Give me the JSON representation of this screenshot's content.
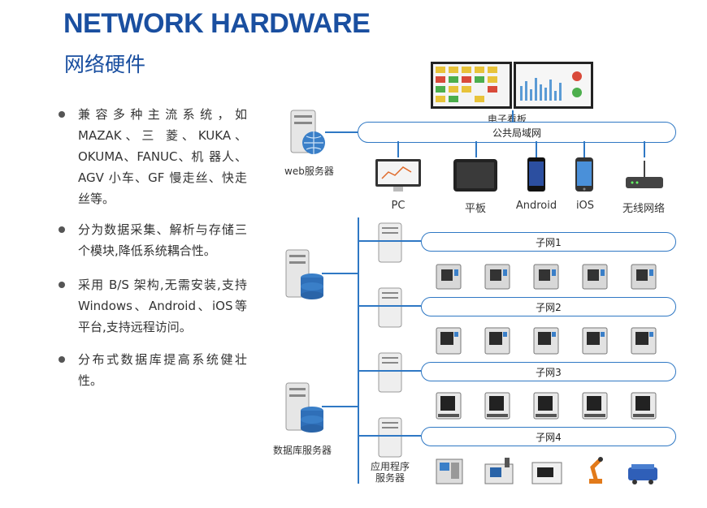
{
  "heading": {
    "title_en": "NETWORK HARDWARE",
    "title_cn": "网络硬件"
  },
  "bullets": [
    "兼容多种主流系统，如MAZAK、三 菱、KUKA、OKUMA、FANUC、机 器人、AGV 小车、GF 慢走丝、快走丝等。",
    "分为数据采集、解析与存储三个模块,降低系统耦合性。",
    "采用 B/S 架构,无需安装,支持 Windows、Android、iOS等平台,支持远程访问。",
    "分布式数据库提高系统健壮性。"
  ],
  "diagram": {
    "dashboard_label": "电子看板",
    "public_lan": "公共局域网",
    "web_server": "web服务器",
    "db_server": "数据库服务器",
    "app_server": "应用程序服务器",
    "devices": [
      "PC",
      "平板",
      "Android",
      "iOS",
      "无线网络"
    ],
    "subnets": [
      "子网1",
      "子网2",
      "子网3",
      "子网4"
    ]
  },
  "colors": {
    "accent": "#1a4fa0",
    "line": "#2f78c4"
  }
}
